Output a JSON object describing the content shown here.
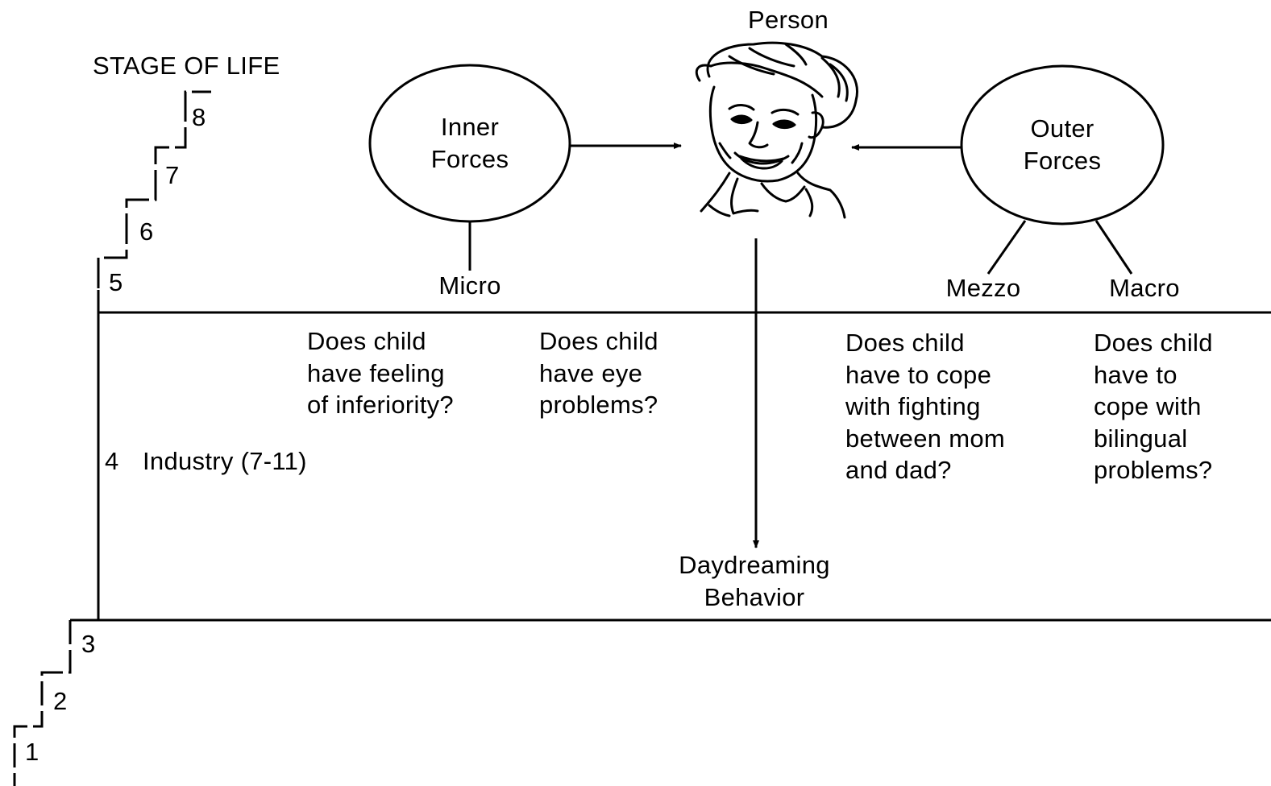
{
  "stage_header": "STAGE OF LIFE",
  "stages_upper": [
    "8",
    "7",
    "6",
    "5"
  ],
  "stage_current": {
    "number": "4",
    "label": "Industry (7-11)"
  },
  "stages_lower": [
    "3",
    "2",
    "1"
  ],
  "person": {
    "label": "Person"
  },
  "inner_forces": {
    "label": "Inner\nForces",
    "level": "Micro"
  },
  "outer_forces": {
    "label": "Outer\nForces",
    "levels": [
      "Mezzo",
      "Macro"
    ]
  },
  "questions": [
    {
      "text": "Does child\nhave feeling\nof inferiority?"
    },
    {
      "text": "Does child\nhave eye\nproblems?"
    },
    {
      "text": "Does child\nhave to cope\nwith fighting\nbetween mom\nand dad?"
    },
    {
      "text": "Does child\nhave to\ncope with\nbilingual\nproblems?"
    }
  ],
  "outcome": {
    "label": "Daydreaming\nBehavior"
  }
}
